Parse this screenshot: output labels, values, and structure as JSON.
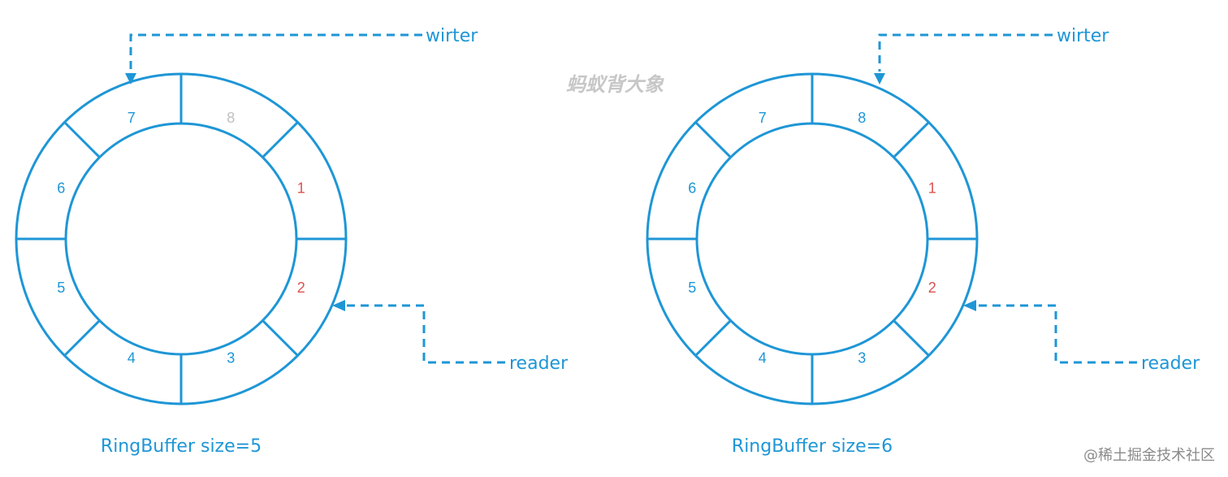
{
  "watermark": "蚂蚁背大象",
  "footer": "@稀土掘金技术社区",
  "colors": {
    "line": "#1e96d6",
    "normal": "#1e96d6",
    "red": "#d9534f",
    "faded": "#c0c0c0"
  },
  "diagrams": [
    {
      "caption": "RingBuffer size=5",
      "writer_label": "wirter",
      "reader_label": "reader",
      "slots": [
        {
          "label": "7",
          "color": "normal"
        },
        {
          "label": "8",
          "color": "faded"
        },
        {
          "label": "1",
          "color": "red"
        },
        {
          "label": "2",
          "color": "red"
        },
        {
          "label": "3",
          "color": "normal"
        },
        {
          "label": "4",
          "color": "normal"
        },
        {
          "label": "5",
          "color": "normal"
        },
        {
          "label": "6",
          "color": "normal"
        }
      ]
    },
    {
      "caption": "RingBuffer size=6",
      "writer_label": "wirter",
      "reader_label": "reader",
      "slots": [
        {
          "label": "7",
          "color": "normal"
        },
        {
          "label": "8",
          "color": "normal"
        },
        {
          "label": "1",
          "color": "red"
        },
        {
          "label": "2",
          "color": "red"
        },
        {
          "label": "3",
          "color": "normal"
        },
        {
          "label": "4",
          "color": "normal"
        },
        {
          "label": "5",
          "color": "normal"
        },
        {
          "label": "6",
          "color": "normal"
        }
      ]
    }
  ]
}
